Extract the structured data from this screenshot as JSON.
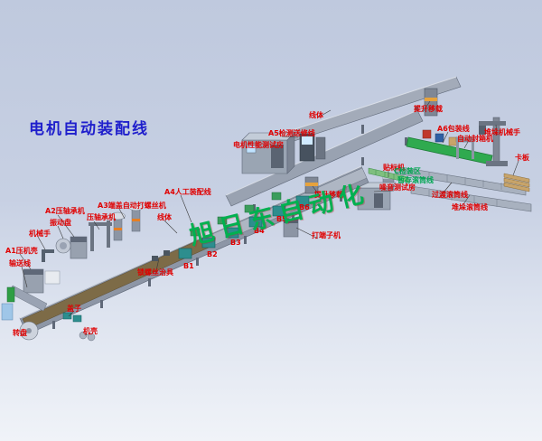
{
  "title": "电机自动装配线",
  "watermark": "旭日东自动化",
  "colors": {
    "label_red": "#e00000",
    "label_green": "#00a651",
    "title_blue": "#1f1fcc",
    "watermark_green": "#00b050",
    "belt_brown": "#7d6b47",
    "rail_gray": "#8d96a6",
    "bin_teal": "#2d8e8e",
    "packing_green": "#2faa4f"
  },
  "labels": {
    "line_body_top": "线体",
    "lift_transfer_top": "提升移载",
    "a6_packing_line": "A6包装线",
    "auto_carton_sealer": "自动封箱机",
    "stacking_robot": "堆垛机械手",
    "pallet": "卡板",
    "a5_test_repair_line": "A5检测送修线",
    "motor_performance_test_room": "电机性能测试房",
    "labeling_machine": "贴标机",
    "c_inspection_zone": "C检装区",
    "buffer_roller_line": "暂存滚筒线",
    "noise_test_room": "噪音测试房",
    "transition_roller_line": "过渡滚筒线",
    "stacking_roller_line": "堆垛滚筒线",
    "lift_transfer_mid": "提升移载",
    "b6": "B6",
    "b5": "B5",
    "b4": "B4",
    "b3": "B3",
    "b2": "B2",
    "b1": "B1",
    "terminal_machine": "打端子机",
    "a4_manual_assembly_line": "A4人工装配线",
    "line_body_mid": "线体",
    "a3_screw_machine": "A3端盖自动打螺丝机",
    "bearing_press": "压轴承机",
    "a2_bearing_press": "A2压轴承机",
    "vibration_bowl": "振动盘",
    "robot_hand": "机械手",
    "a1_housing_press": "A1压机壳",
    "conveyor_line": "输送线",
    "screw_fixture": "锁螺丝治具",
    "cover": "盖子",
    "housing": "机壳",
    "turntable": "转盘"
  }
}
